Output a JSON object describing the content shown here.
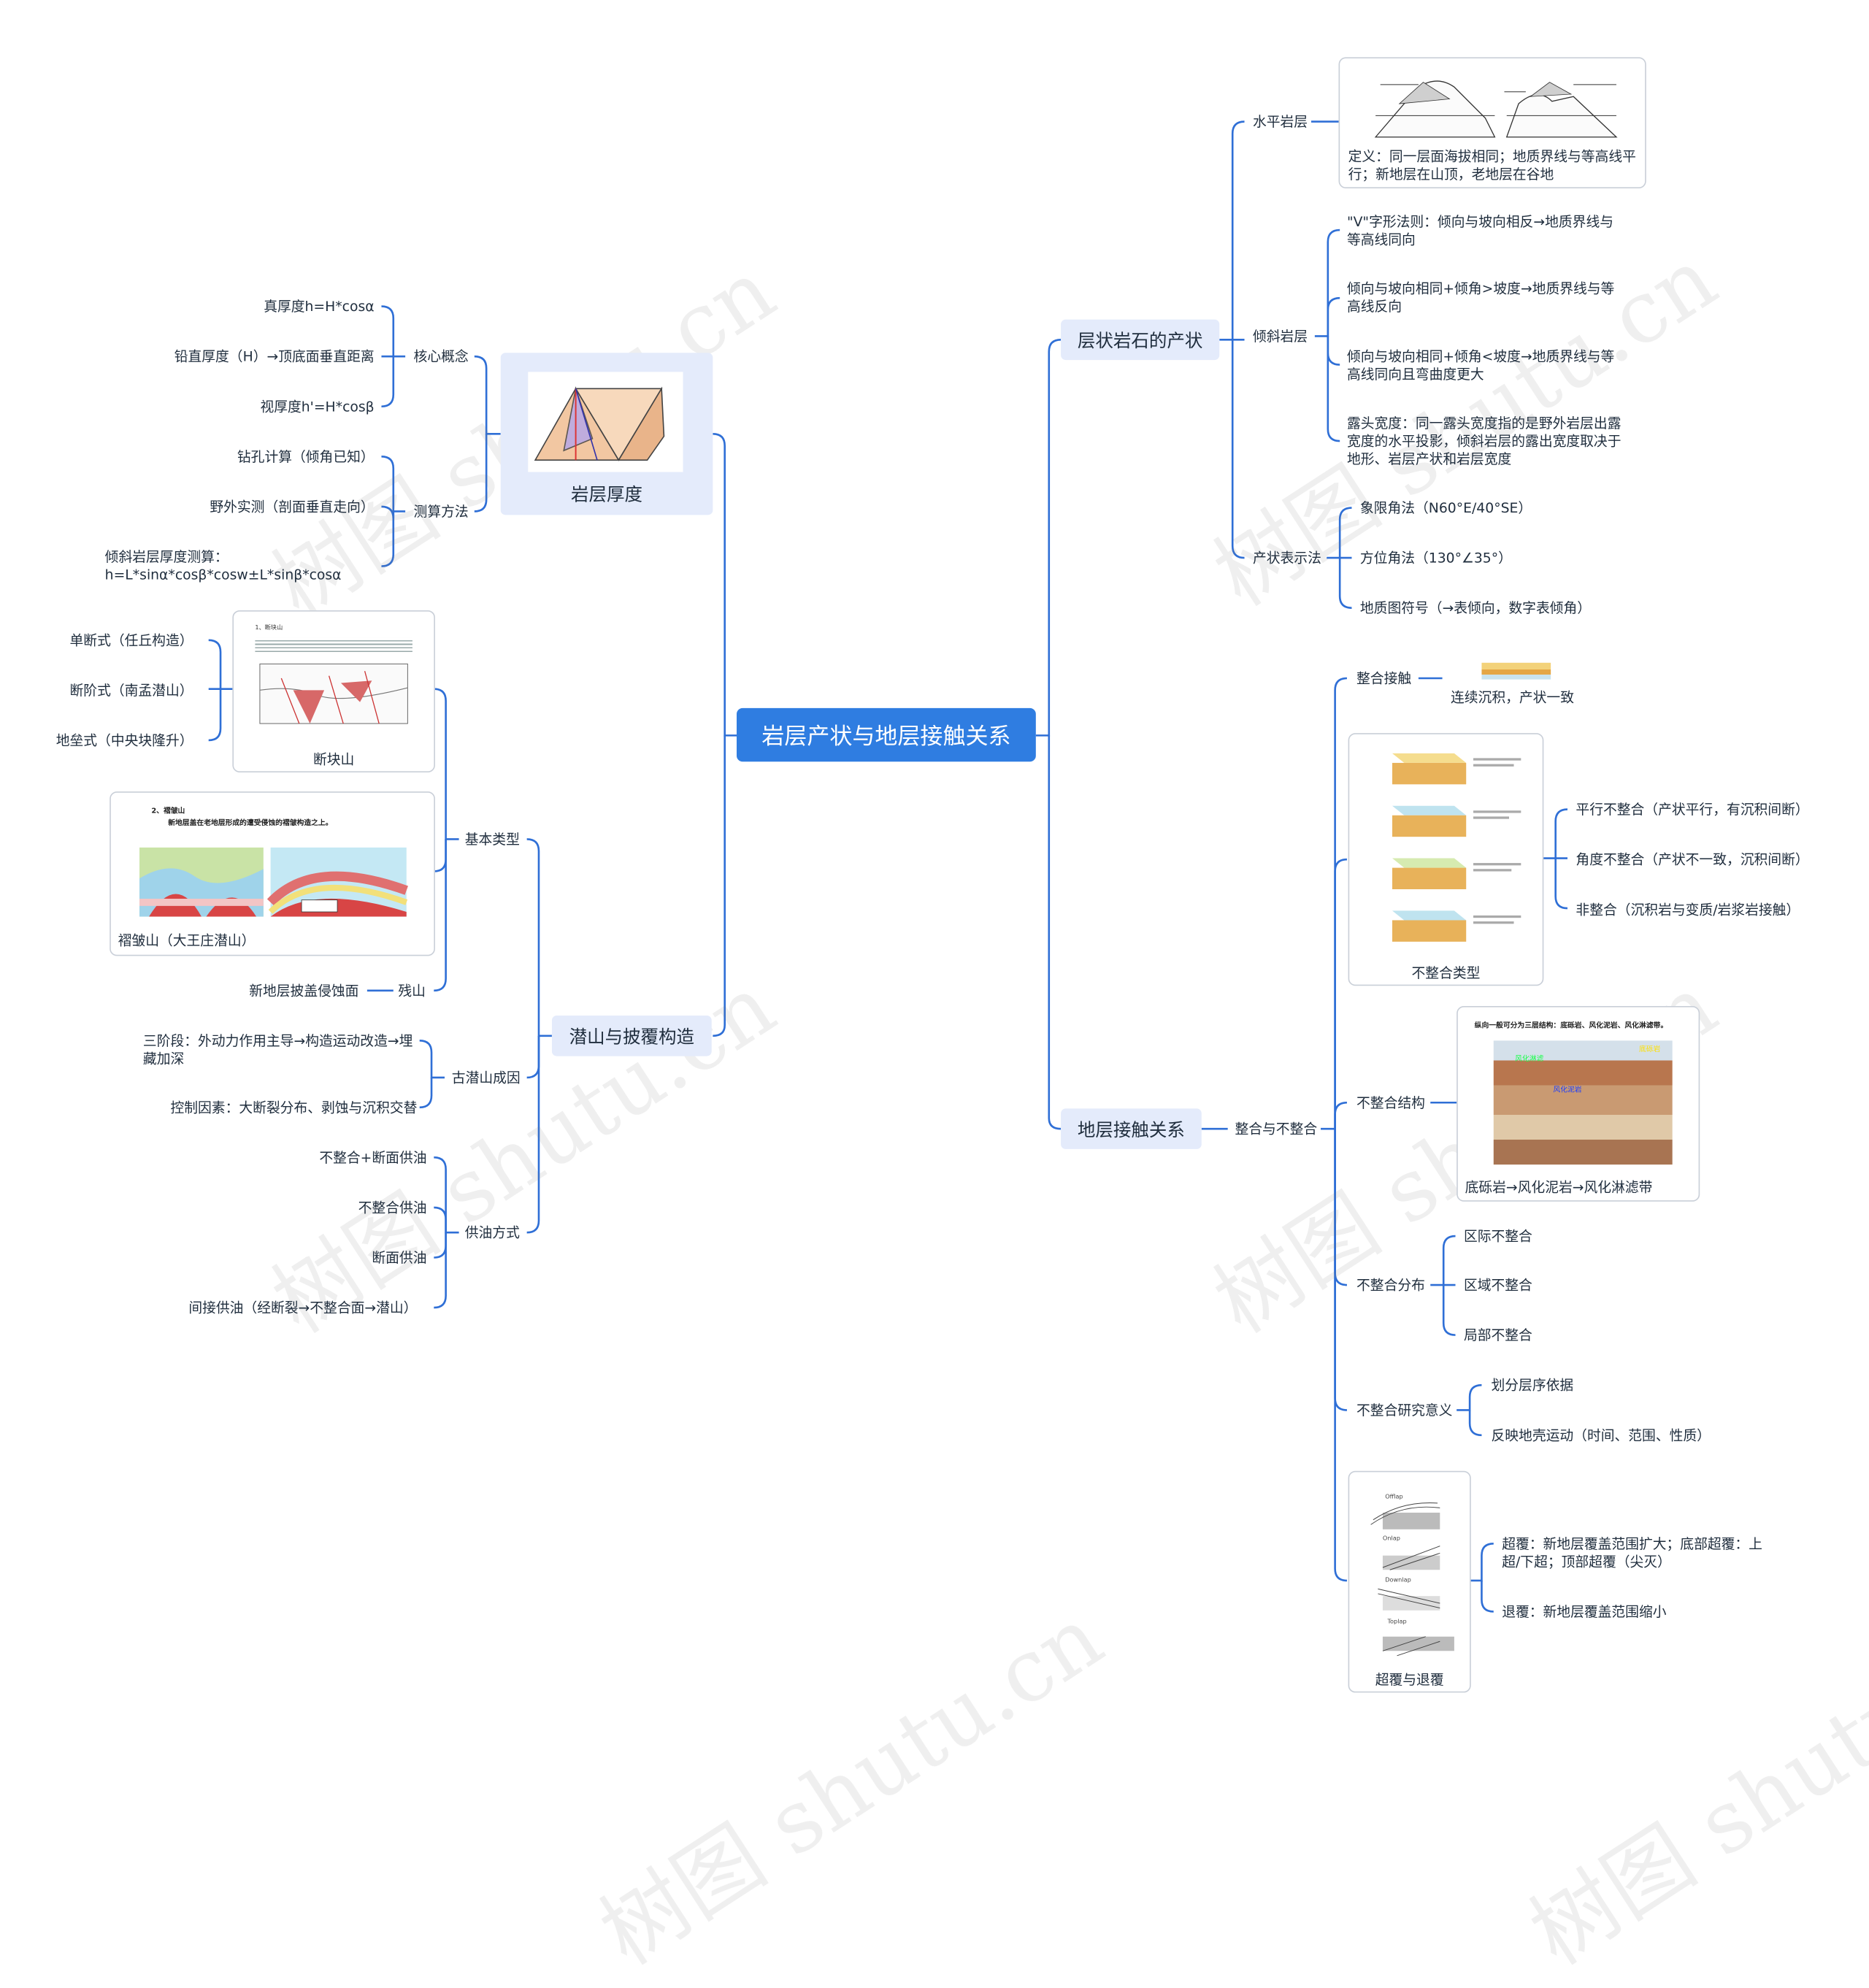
{
  "root": "岩层产状与地层接触关系",
  "watermark": "树图 shutu.cn",
  "thickness": {
    "title": "岩层厚度",
    "core": {
      "label": "核心概念",
      "items": [
        "真厚度h=H*cosα",
        "铅直厚度（H）→顶底面垂直距离",
        "视厚度h'=H*cosβ"
      ]
    },
    "method": {
      "label": "测算方法",
      "items": [
        "钻孔计算（倾角已知）",
        "野外实测（剖面垂直走向）",
        "倾斜岩层厚度测算：h=L*sinα*cosβ*cosw±L*sinβ*cosα"
      ]
    }
  },
  "buried": {
    "title": "潜山与披覆构造",
    "types": {
      "label": "基本类型",
      "fault_card": "断块山",
      "fault_items": [
        "单断式（任丘构造）",
        "断阶式（南孟潜山）",
        "地垒式（中央块隆升）"
      ],
      "fold_card": "褶皱山（大王庄潜山）",
      "fold_card_heading": "2、褶皱山",
      "fold_card_text": "新地层盖在老地层形成的遭受侵蚀的褶皱构造之上。",
      "fault_card_heading": "1、断块山",
      "residual_label": "残山",
      "residual_item": "新地层披盖侵蚀面"
    },
    "origin": {
      "label": "古潜山成因",
      "items": [
        "三阶段：外动力作用主导→构造运动改造→埋藏加深",
        "控制因素：大断裂分布、剥蚀与沉积交替"
      ]
    },
    "supply": {
      "label": "供油方式",
      "items": [
        "不整合+断面供油",
        "不整合供油",
        "断面供油",
        "间接供油（经断裂→不整合面→潜山）"
      ]
    }
  },
  "attitude": {
    "title": "层状岩石的产状",
    "horizontal": {
      "label": "水平岩层",
      "definition": "定义：同一层面海拔相同；地质界线与等高线平行；新地层在山顶，老地层在谷地"
    },
    "inclined": {
      "label": "倾斜岩层",
      "items": [
        "\"V\"字形法则：倾向与坡向相反→地质界线与等高线同向",
        "倾向与坡向相同+倾角>坡度→地质界线与等高线反向",
        "倾向与坡向相同+倾角<坡度→地质界线与等高线同向且弯曲度更大",
        "露头宽度：同一露头宽度指的是野外岩层出露宽度的水平投影，倾斜岩层的露出宽度取决于地形、岩层产状和岩层宽度"
      ]
    },
    "notation": {
      "label": "产状表示法",
      "items": [
        "象限角法（N60°E/40°SE）",
        "方位角法（130°∠35°）",
        "地质图符号（→表倾向，数字表倾角）"
      ]
    }
  },
  "contact": {
    "title": "地层接触关系",
    "group": "整合与不整合",
    "conformable": {
      "label": "整合接触",
      "desc": "连续沉积，产状一致"
    },
    "unconf_types": {
      "card": "不整合类型",
      "items": [
        "平行不整合（产状平行，有沉积间断）",
        "角度不整合（产状不一致，沉积间断）",
        "非整合（沉积岩与变质/岩浆岩接触）"
      ]
    },
    "structure": {
      "label": "不整合结构",
      "card": "底砾岩→风化泥岩→风化淋滤带",
      "photo_caption": "纵向一般可分为三层结构：底砾岩、风化泥岩、风化淋滤带。",
      "photo_tag1": "风化淋滤",
      "photo_tag2": "底砾岩",
      "photo_tag3": "风化泥岩"
    },
    "distribution": {
      "label": "不整合分布",
      "items": [
        "区际不整合",
        "区域不整合",
        "局部不整合"
      ]
    },
    "significance": {
      "label": "不整合研究意义",
      "items": [
        "划分层序依据",
        "反映地壳运动（时间、范围、性质）"
      ]
    },
    "lap": {
      "card": "超覆与退覆",
      "diagram_labels": [
        "Offlap",
        "Onlap",
        "Downlap",
        "Toplap"
      ],
      "items": [
        "超覆：新地层覆盖范围扩大；底部超覆：上超/下超；顶部超覆（尖灭）",
        "退覆：新地层覆盖范围缩小"
      ]
    }
  },
  "colors": {
    "root": "#2f7de1",
    "main_bg": "#e4ebfb",
    "line": "#2f6fd6"
  }
}
